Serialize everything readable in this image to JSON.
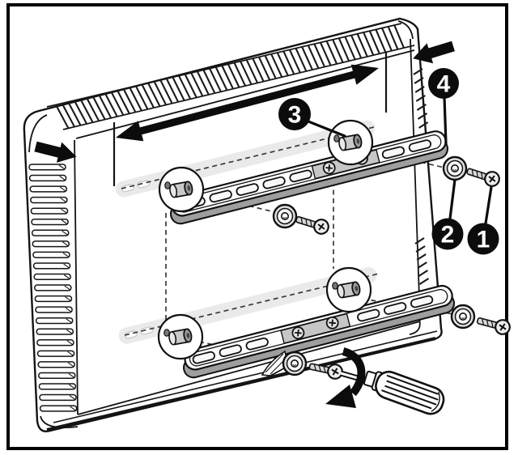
{
  "figure": {
    "kind": "tv-wall-mount-rail-installation-diagram",
    "background": "#ffffff",
    "colors": {
      "frame": "#000000",
      "line": "#141414",
      "rail_underside": "#9e9e9e",
      "rail_plate": "#c6c6c6",
      "ghost_band": "#eaeaea",
      "badge_fill": "#0c0c0c",
      "badge_text": "#ffffff"
    },
    "callouts": [
      {
        "label": "1",
        "points_to": "machine-screw"
      },
      {
        "label": "2",
        "points_to": "washer"
      },
      {
        "label": "3",
        "points_to": "spacer"
      },
      {
        "label": "4",
        "points_to": "mounting-rail"
      }
    ]
  }
}
